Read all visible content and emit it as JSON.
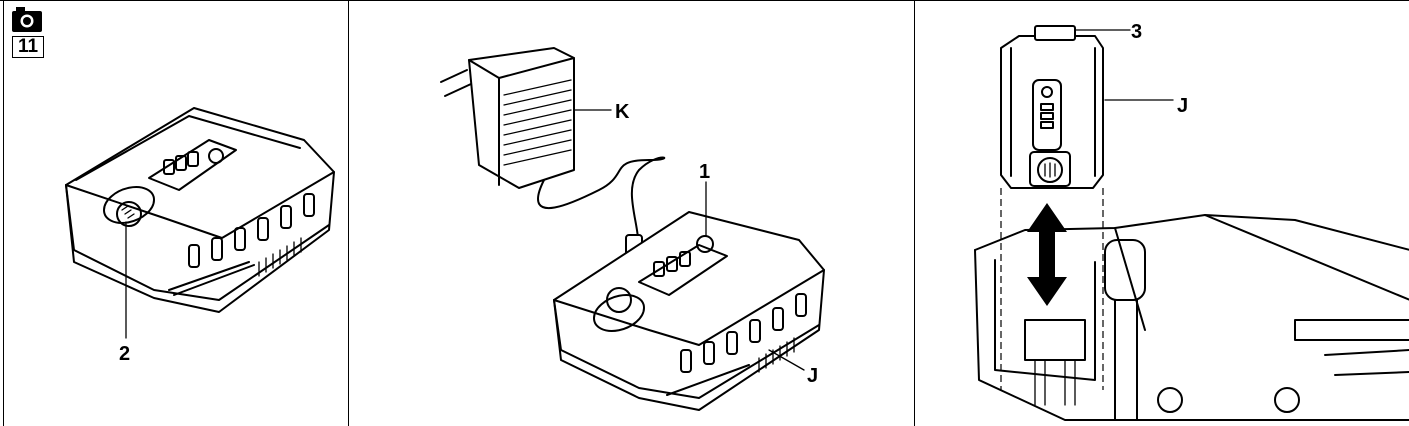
{
  "figure": {
    "badge": {
      "icon": "camera-icon",
      "number": "11"
    },
    "panels": [
      {
        "labels": {
          "button": "2"
        }
      },
      {
        "labels": {
          "charger": "K",
          "indicator": "1",
          "battery": "J"
        }
      },
      {
        "labels": {
          "latch": "3",
          "battery": "J"
        }
      }
    ]
  }
}
